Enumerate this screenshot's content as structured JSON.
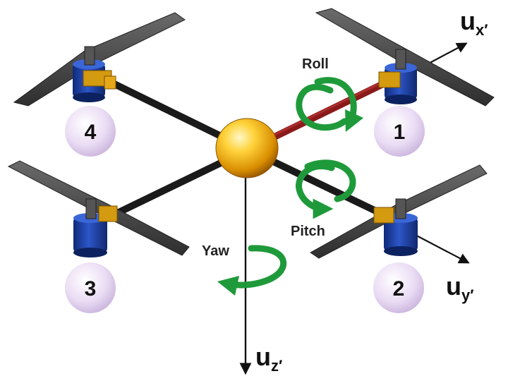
{
  "diagram": {
    "rotations": {
      "roll": "Roll",
      "pitch": "Pitch",
      "yaw": "Yaw"
    },
    "axes": {
      "x": {
        "base": "u",
        "sub": "x′"
      },
      "y": {
        "base": "u",
        "sub": "y′"
      },
      "z": {
        "base": "u",
        "sub": "z′"
      }
    },
    "rotors": [
      "1",
      "2",
      "3",
      "4"
    ],
    "colors": {
      "frame_arm": "#1a1a1a",
      "roll_arm": "#8a1a1a",
      "hub": "#f2b000",
      "rotation_arrow": "#1f9a3a",
      "motor": "#1c3fa0",
      "mount": "#c98a00",
      "propeller": "#4a4a4a",
      "rotor_badge": "#e9dcf3"
    }
  }
}
